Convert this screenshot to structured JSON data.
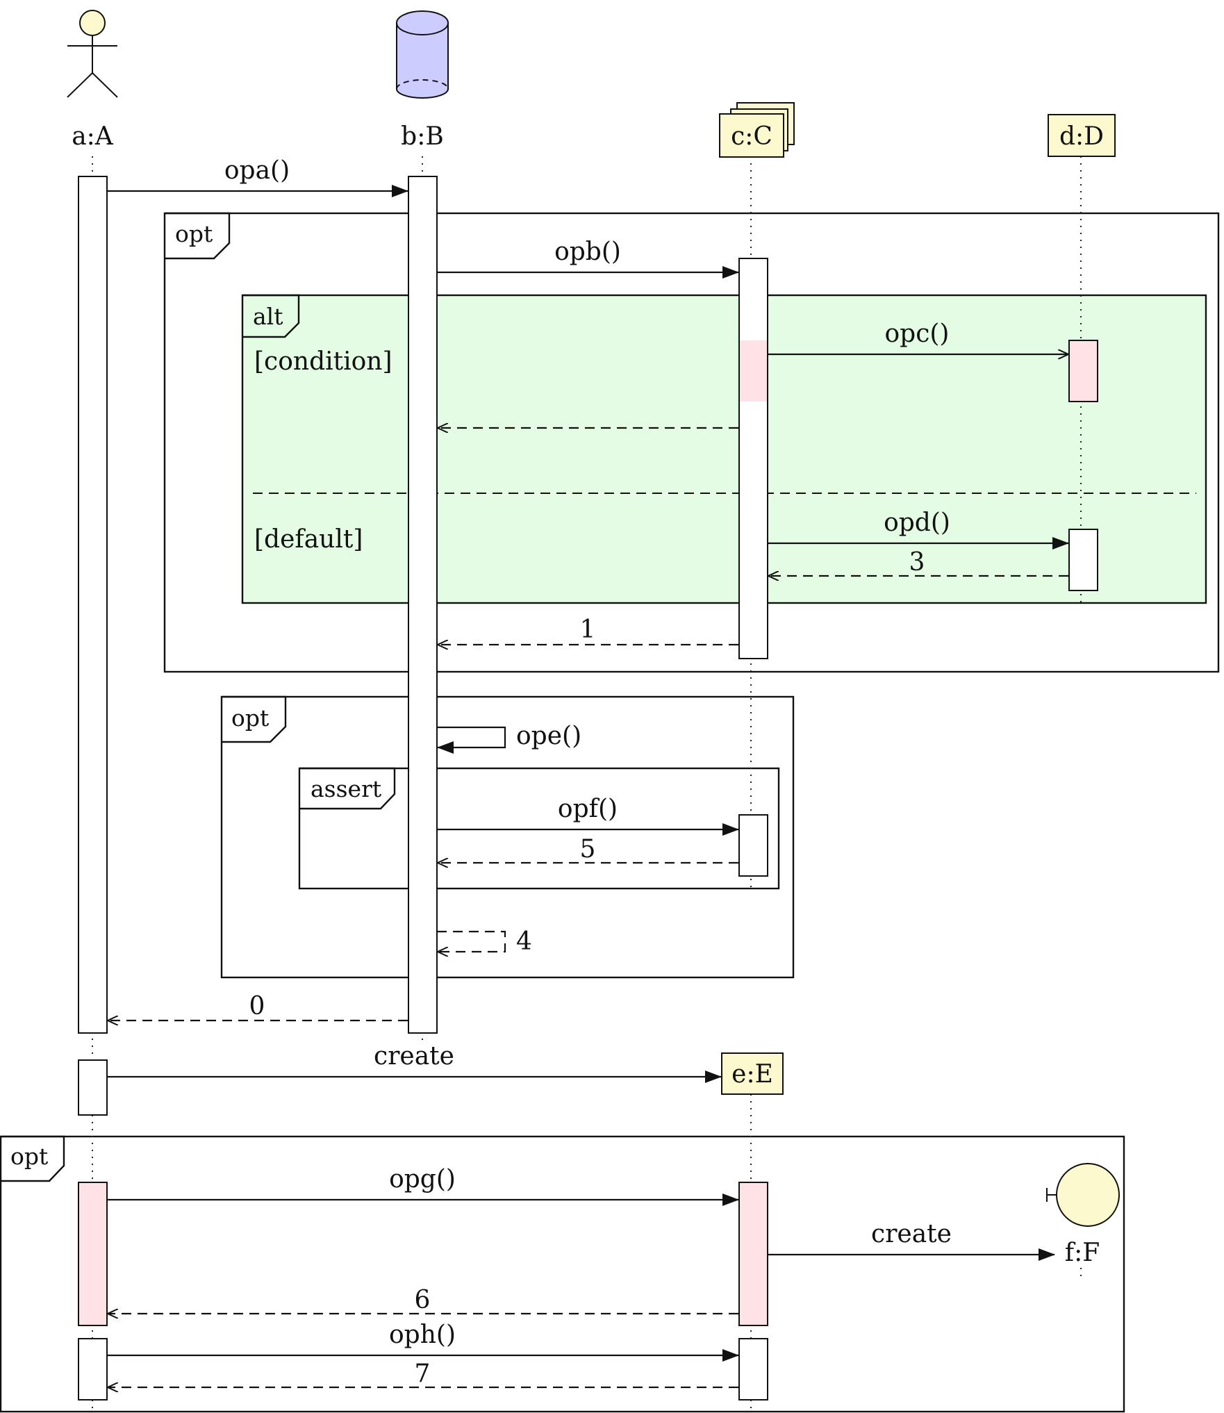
{
  "participants": {
    "a": {
      "label": "a:A",
      "kind": "actor"
    },
    "b": {
      "label": "b:B",
      "kind": "database"
    },
    "c": {
      "label": "c:C",
      "kind": "multi-object"
    },
    "d": {
      "label": "d:D",
      "kind": "object"
    },
    "e": {
      "label": "e:E",
      "kind": "object"
    },
    "f": {
      "label": "f:F",
      "kind": "boundary"
    }
  },
  "messages": {
    "opa": "opa()",
    "opb": "opb()",
    "opc": "opc()",
    "opd": "opd()",
    "ope": "ope()",
    "opf": "opf()",
    "opg": "opg()",
    "oph": "oph()",
    "create_e": "create",
    "create_f": "create",
    "ret_0": "0",
    "ret_1": "1",
    "ret_3": "3",
    "ret_4": "4",
    "ret_5": "5",
    "ret_6": "6",
    "ret_7": "7"
  },
  "frames": {
    "opt1": {
      "tag": "opt"
    },
    "alt": {
      "tag": "alt",
      "guard_1": "[condition]",
      "guard_2": "[default]"
    },
    "opt2": {
      "tag": "opt"
    },
    "assert": {
      "tag": "assert"
    },
    "opt3": {
      "tag": "opt"
    }
  },
  "colors": {
    "alt_fill": "#e3fce3",
    "highlight_activation": "#fde3e5",
    "object_head": "#fdf9cf",
    "database": "#ccccff",
    "actor_head": "#fdf9cf"
  }
}
